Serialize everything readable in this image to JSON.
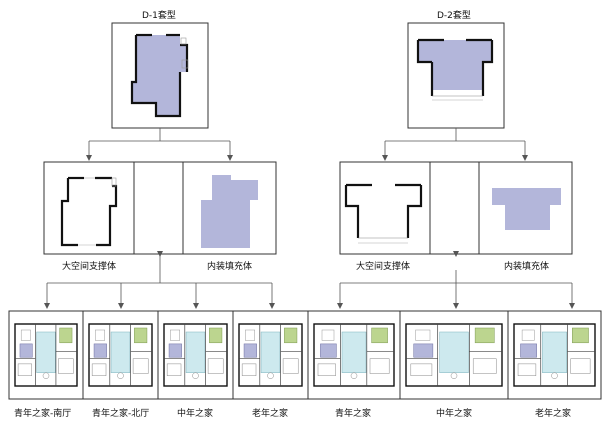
{
  "diagram": {
    "d1": {
      "title": "D-1套型",
      "labels": {
        "support": "大空间支撑体",
        "infill": "内装填充体"
      },
      "variants": [
        "青年之家-南厅",
        "青年之家-北厅",
        "中年之家",
        "老年之家"
      ]
    },
    "d2": {
      "title": "D-2套型",
      "labels": {
        "support": "大空间支撑体",
        "infill": "内装填充体"
      },
      "variants": [
        "青年之家",
        "中年之家",
        "老年之家"
      ]
    },
    "colors": {
      "fill_purple": "#b3b6da",
      "fill_cyan": "#cde9ee",
      "fill_green": "#bcd58f",
      "wall": "#111111",
      "line": "#555555",
      "box": "#333333"
    }
  }
}
